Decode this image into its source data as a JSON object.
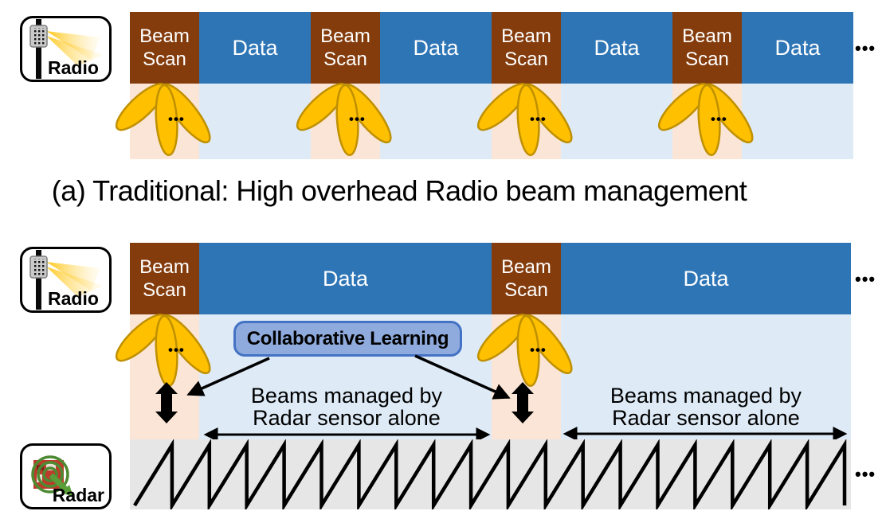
{
  "figure": {
    "section_a": {
      "caption": "(a) Traditional: High overhead Radio beam management",
      "radio_label": "Radio",
      "frames": [
        "Beam Scan",
        "Data",
        "Beam Scan",
        "Data",
        "Beam Scan",
        "Data",
        "Beam Scan",
        "Data"
      ],
      "continuation": "•••",
      "beam_dots": "•••"
    },
    "section_b": {
      "radio_label": "Radio",
      "radar_label": "Radar",
      "frames": [
        "Beam Scan",
        "Data",
        "Beam Scan",
        "Data"
      ],
      "continuation": "•••",
      "beam_dots": "•••",
      "collaborative_learning_label": "Collaborative Learning",
      "radar_managed_line1": "Beams managed by",
      "radar_managed_line2": "Radar sensor alone",
      "radar_waveform": {
        "type": "sawtooth",
        "teeth": 19,
        "continuation": "•••"
      }
    },
    "colors": {
      "beam_scan_block": "#843C0C",
      "data_block": "#2E75B6",
      "beam_scan_strip": "#FBE5D6",
      "data_strip": "#DEEBF7",
      "beam_lobe": "#FFC000",
      "beam_lobe_outline": "#BF9000",
      "collab_box_fill": "#8FAADC",
      "collab_box_border": "#4472C4",
      "radar_strip": "#E7E6E6",
      "arrow_black": "#000000"
    }
  }
}
